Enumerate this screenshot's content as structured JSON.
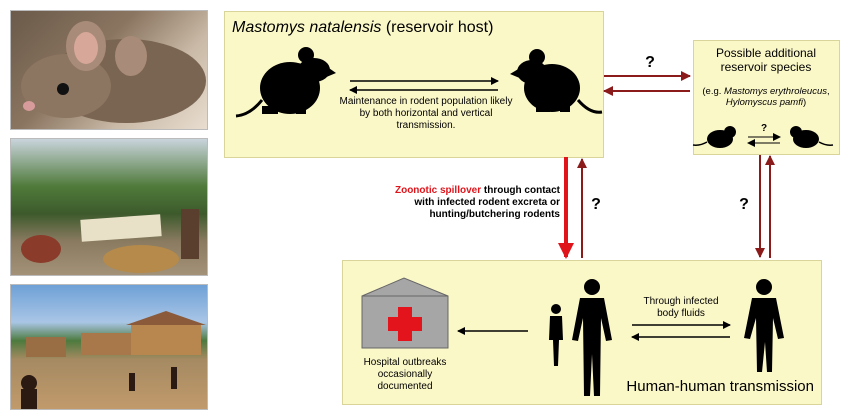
{
  "reservoir": {
    "title_species": "Mastomys natalensis",
    "title_rest": " (reservoir host)",
    "maintenance_text": "Maintenance in rodent population likely by both horizontal and vertical transmission."
  },
  "additional": {
    "title": "Possible additional reservoir species",
    "example_prefix": "(e.g. ",
    "example_species1": "Mastomys erythroleucus",
    "example_sep": ", ",
    "example_species2": "Hylomyscus pamfi",
    "example_suffix": ")",
    "small_question": "?"
  },
  "spillover": {
    "highlight": "Zoonotic spillover",
    "rest": " through contact with infected rodent excreta or hunting/butchering rodents"
  },
  "questions": {
    "top": "?",
    "middle": "?",
    "right": "?"
  },
  "human": {
    "body_fluids": "Through infected body fluids",
    "hospital": "Hospital outbreaks occasionally documented",
    "transmission_title": "Human-human transmission"
  },
  "colors": {
    "box_fill": "#fbf8c8",
    "spillover_red": "#e0141b",
    "arrow_darkred": "#8b1a1a",
    "cross_red": "#e3141b"
  },
  "photos": [
    "rodent-photo",
    "village-activity-photo",
    "village-photo"
  ]
}
